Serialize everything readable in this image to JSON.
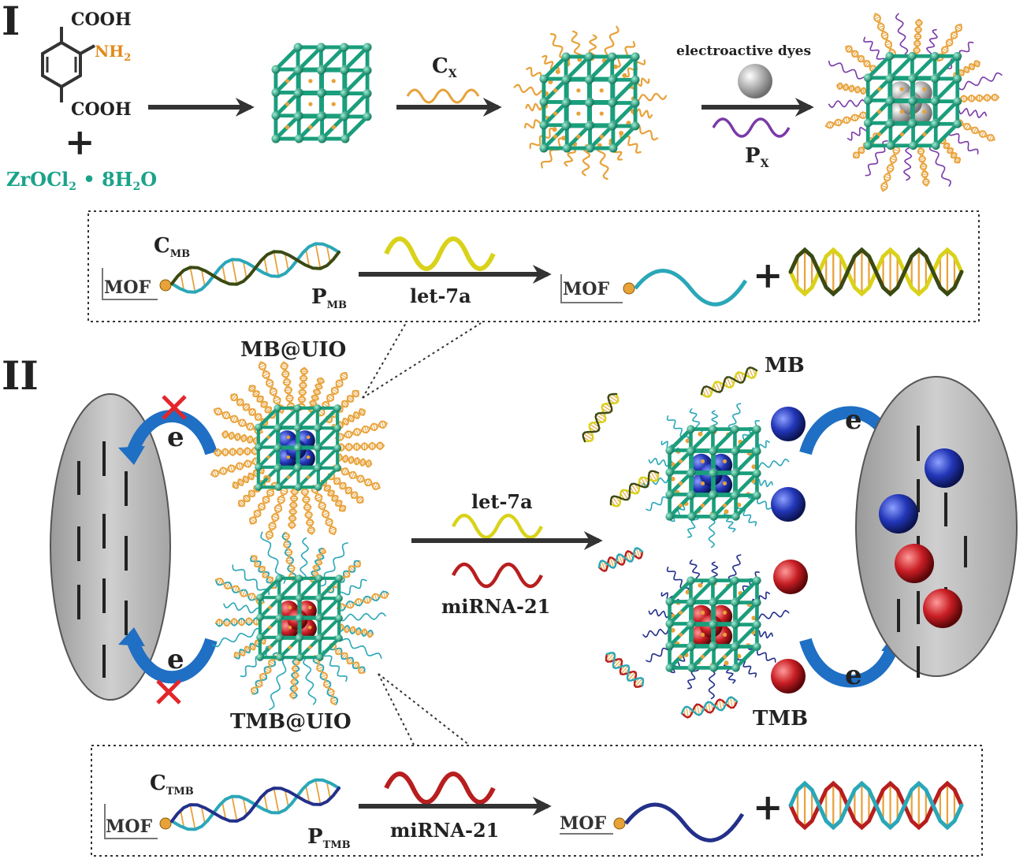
{
  "section_labels": {
    "one": "I",
    "two": "II"
  },
  "molecule": {
    "cooh_top": "COOH",
    "nh2": "NH",
    "nh2_sub": "2",
    "cooh_bottom": "COOH",
    "plus": "+",
    "zr_a": "ZrOCl",
    "zr_sub1": "2",
    "zr_b": " • 8H",
    "zr_sub2": "2",
    "zr_c": "O"
  },
  "steps": {
    "cx_main": "C",
    "cx_sub": "X",
    "dyes": "electroactive dyes",
    "px_main": "P",
    "px_sub": "X"
  },
  "box_mb": {
    "mof_left": "MOF",
    "c_main": "C",
    "c_sub": "MB",
    "p_main": "P",
    "p_sub": "MB",
    "target": "let-7a",
    "mof_right": "MOF",
    "plus": "+"
  },
  "box_tmb": {
    "mof_left": "MOF",
    "c_main": "C",
    "c_sub": "TMB",
    "p_main": "P",
    "p_sub": "TMB",
    "target": "miRNA-21",
    "mof_right": "MOF",
    "plus": "+"
  },
  "middle": {
    "mb_uio": "MB@UIO",
    "tmb_uio": "TMB@UIO",
    "let7a": "let-7a",
    "mirna21": "miRNA-21",
    "mb": "MB",
    "tmb": "TMB",
    "e": "e"
  },
  "colors": {
    "framework": "#1a9e7c",
    "node": "#2fb58f",
    "dna_orange": "#e8a23a",
    "dna_yellow": "#d9d21a",
    "dna_red": "#b81e1e",
    "dna_teal": "#2aa7b8",
    "dna_navy": "#23308a",
    "dna_purple": "#7a3aa8",
    "mb_blue": "#2236b8",
    "tmb_red": "#c81e24",
    "electrode": "#b9b9b9",
    "arrow_blue": "#1f6fc4",
    "zr_text": "#1aa38a",
    "nh2_text": "#e08a1a",
    "cross": "#e3262b"
  }
}
